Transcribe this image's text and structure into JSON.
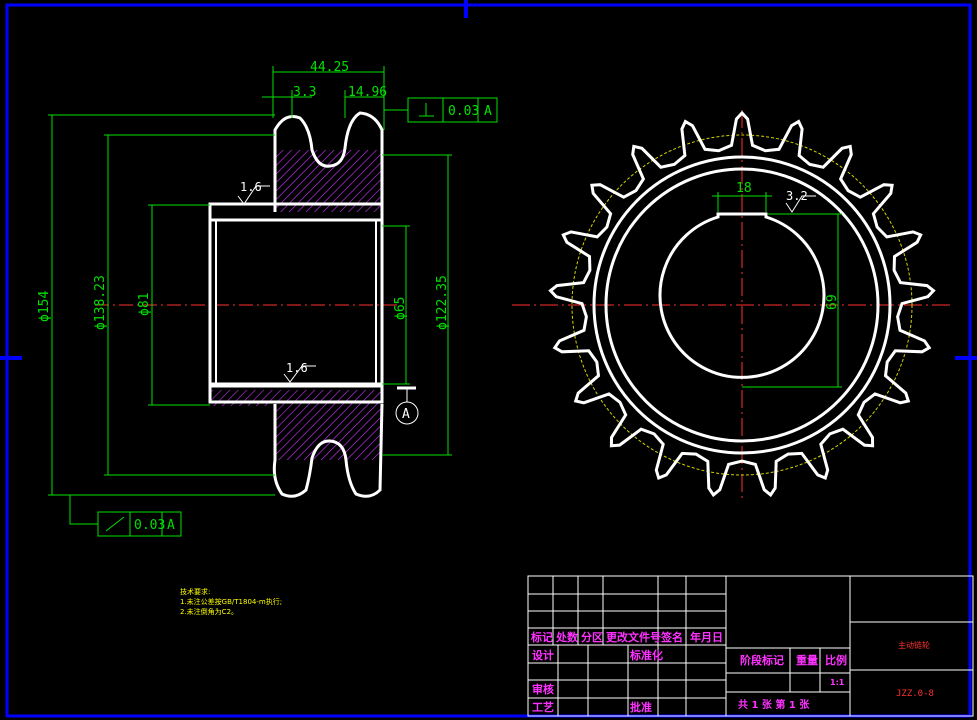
{
  "colors": {
    "background": "#000000",
    "frame": "#0000ff",
    "outline": "#ffffff",
    "dimension": "#00e000",
    "centerline": "#ff0000",
    "hatch": "#cc33ff",
    "title_text": "#ff33ff",
    "pitch_circle": "#d4d400"
  },
  "side_view": {
    "dims": {
      "overall_width": "44.25",
      "groove": "3.3",
      "tooth_width": "14.96",
      "dia_outer": "ϕ154",
      "dia_hub": "ϕ138.23",
      "dia_bore": "ϕ81",
      "dia_inner": "ϕ65",
      "dia_root": "ϕ122.35",
      "roughness_top": "1.6",
      "roughness_bottom": "1.6",
      "datum": "A"
    },
    "tolerance_top": {
      "value": "0.03",
      "datum": "A"
    },
    "tolerance_bottom": {
      "value": "0.03",
      "datum": "A"
    }
  },
  "front_view": {
    "dims": {
      "keyway_width": "18",
      "roughness": "3.2",
      "keyway_depth": "69"
    },
    "teeth": 21
  },
  "tech_notes": {
    "title": "技术要求:",
    "line1": "1.未注公差按GB/T1804-m执行;",
    "line2": "2.未注倒角为C2。"
  },
  "title_block": {
    "row_header": [
      "标记",
      "处数",
      "分区",
      "更改文件号",
      "签名",
      "年月日"
    ],
    "design": "设计",
    "standardize": "标准化",
    "stage_mark": "阶段标记",
    "weight": "重量",
    "scale_label": "比例",
    "scale_value": "1:1",
    "review": "审核",
    "process": "工艺",
    "approve": "批准",
    "sheets": "共 1 张 第 1 张",
    "part_name": "主动链轮",
    "drawing_no": "JZZ.0-8"
  }
}
